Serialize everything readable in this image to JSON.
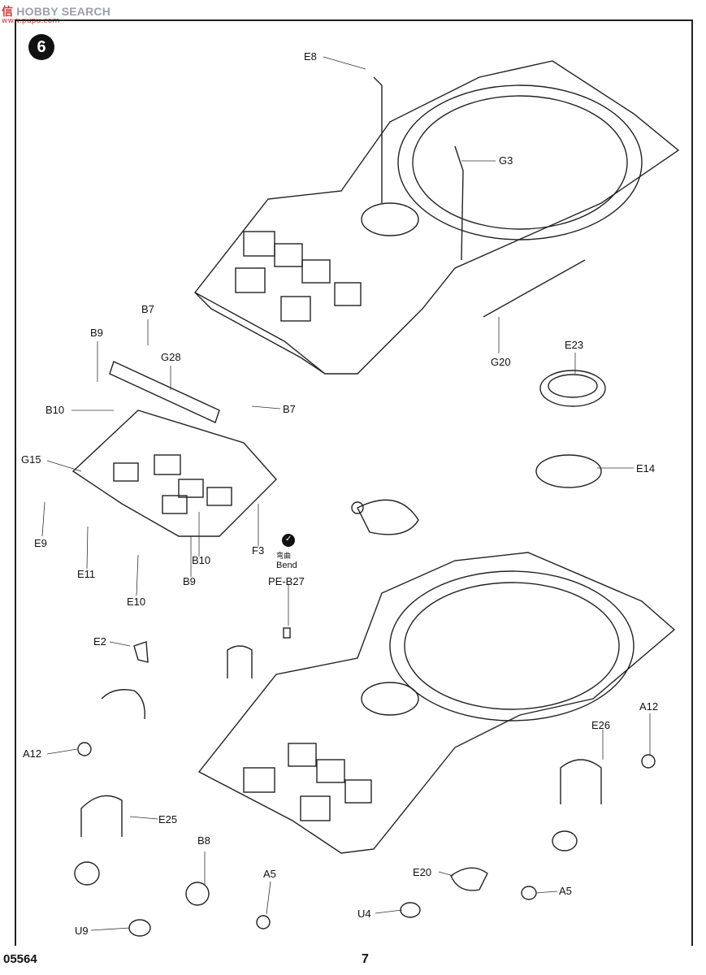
{
  "watermark": {
    "text": "HOBBY SEARCH",
    "cn": "信",
    "sub": "www.pupu.com"
  },
  "step_number": "6",
  "product_code": "05564",
  "page_number": "7",
  "bend_note": {
    "cn": "弯曲",
    "en": "Bend"
  },
  "labels": {
    "E8": "E8",
    "G3": "G3",
    "G20": "G20",
    "E23": "E23",
    "E14": "E14",
    "B7a": "B7",
    "B7b": "B7",
    "B9a": "B9",
    "B9b": "B9",
    "G28": "G28",
    "B10a": "B10",
    "B10b": "B10",
    "G15": "G15",
    "E9": "E9",
    "E11": "E11",
    "E10": "E10",
    "F3": "F3",
    "PEB27": "PE-B27",
    "E2": "E2",
    "A12a": "A12",
    "A12b": "A12",
    "E26": "E26",
    "E25": "E25",
    "B8": "B8",
    "A5a": "A5",
    "A5b": "A5",
    "E20": "E20",
    "U4": "U4",
    "U9": "U9"
  }
}
